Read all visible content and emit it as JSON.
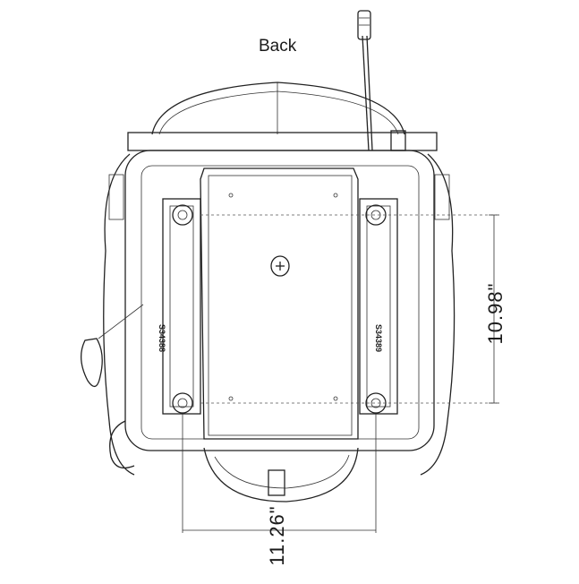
{
  "orientation_label": "Back",
  "dimensions": {
    "depth": "10.98\"",
    "width": "11.26\""
  },
  "part_numbers": {
    "left_rail": "S34388",
    "right_rail": "S34389"
  }
}
